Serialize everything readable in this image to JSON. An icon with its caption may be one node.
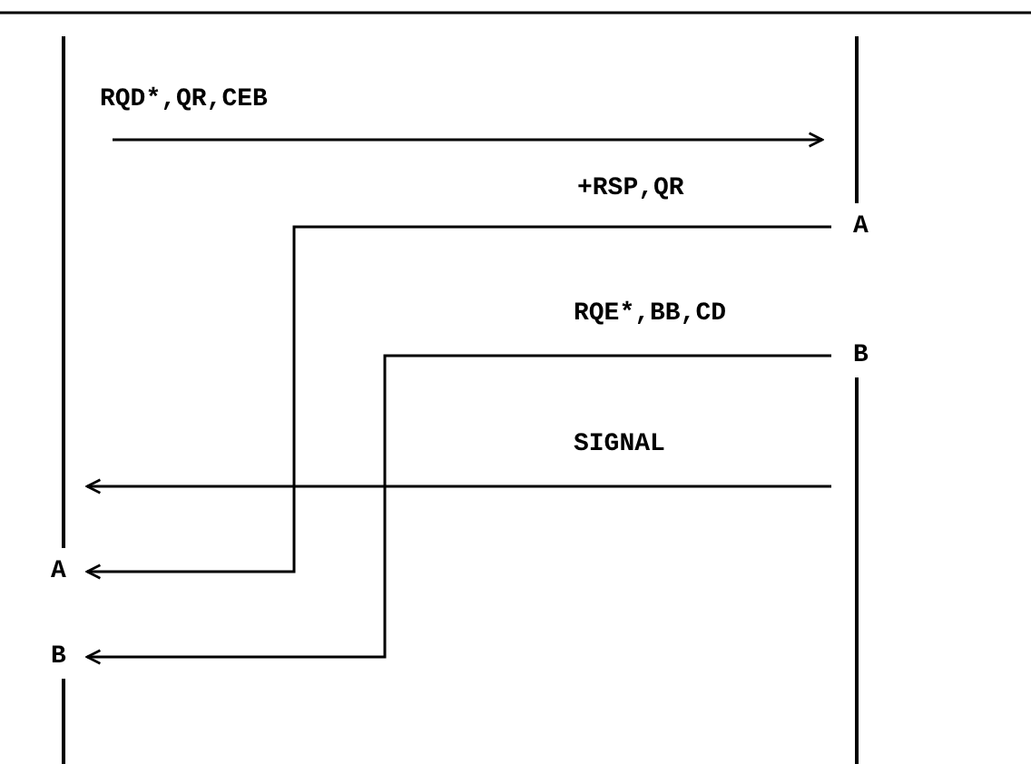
{
  "diagram": {
    "nodes": [
      {
        "text": [],
        "shape": "bar"
      },
      {
        "text": [],
        "shape": "bar"
      }
    ],
    "edges": [
      {
        "from": 0,
        "to": 1,
        "arrow": "to",
        "label": "RQD*,QR,CEB"
      },
      {
        "from": 1,
        "to": 0,
        "arrow": "to",
        "label": "+RSP,QR"
      },
      {
        "from": 1,
        "to": 0,
        "arrow": "to",
        "label": "RQE*,BB,CD"
      },
      {
        "from": 1,
        "to": 0,
        "arrow": "to",
        "label": "SIGNAL"
      }
    ],
    "labels": [
      "A",
      "B",
      "A",
      "B"
    ]
  }
}
